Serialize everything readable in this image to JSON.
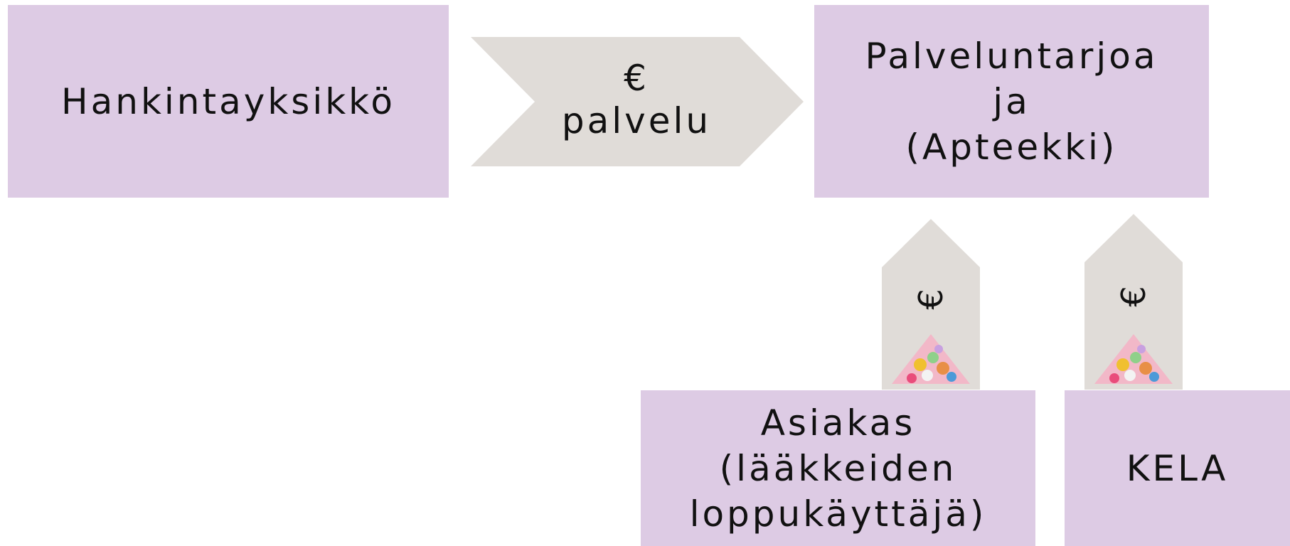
{
  "diagram": {
    "nodes": {
      "procurement_unit": "Hankintayksikkö",
      "service_provider": "Palveluntarjoa\nja\n(Apteekki)",
      "customer": "Asiakas\n(lääkkeiden\nloppukäyttäjä)",
      "kela": "KELA"
    },
    "edges": {
      "procurement_to_provider": "€\npalvelu",
      "customer_to_provider": "€",
      "kela_to_provider": "€"
    },
    "icons": {
      "pills": "pills-icon"
    },
    "colors": {
      "box_fill": "#ddcbe4",
      "arrow_fill": "#e0dcd8",
      "text": "#111111"
    }
  }
}
